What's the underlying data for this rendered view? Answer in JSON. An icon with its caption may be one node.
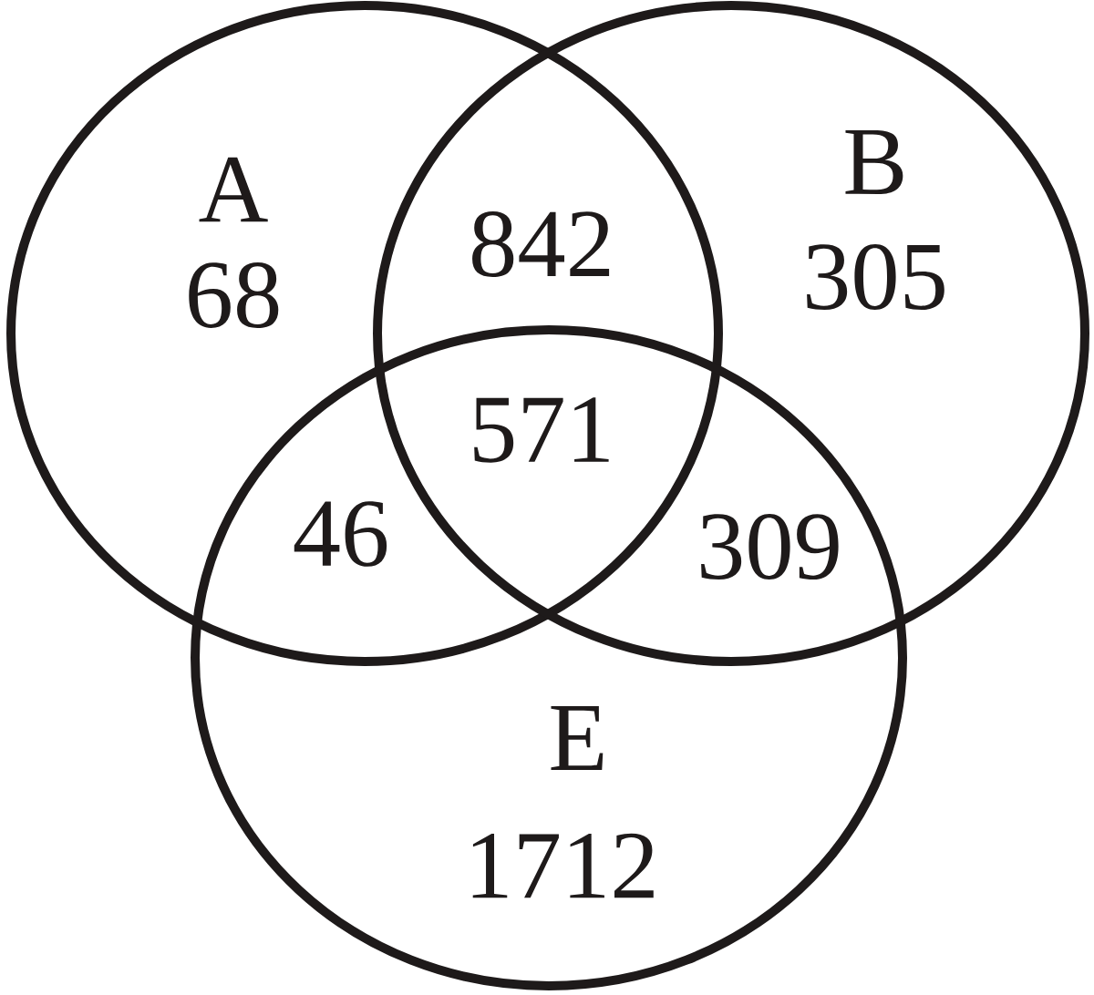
{
  "diagram": {
    "nodes": [
      {
        "text": [
          "A",
          "68"
        ]
      },
      {
        "text": [
          "B",
          "305"
        ]
      },
      {
        "text": [
          "E",
          "1712"
        ]
      }
    ],
    "labels": [
      "842",
      "571",
      "46",
      "309"
    ]
  }
}
